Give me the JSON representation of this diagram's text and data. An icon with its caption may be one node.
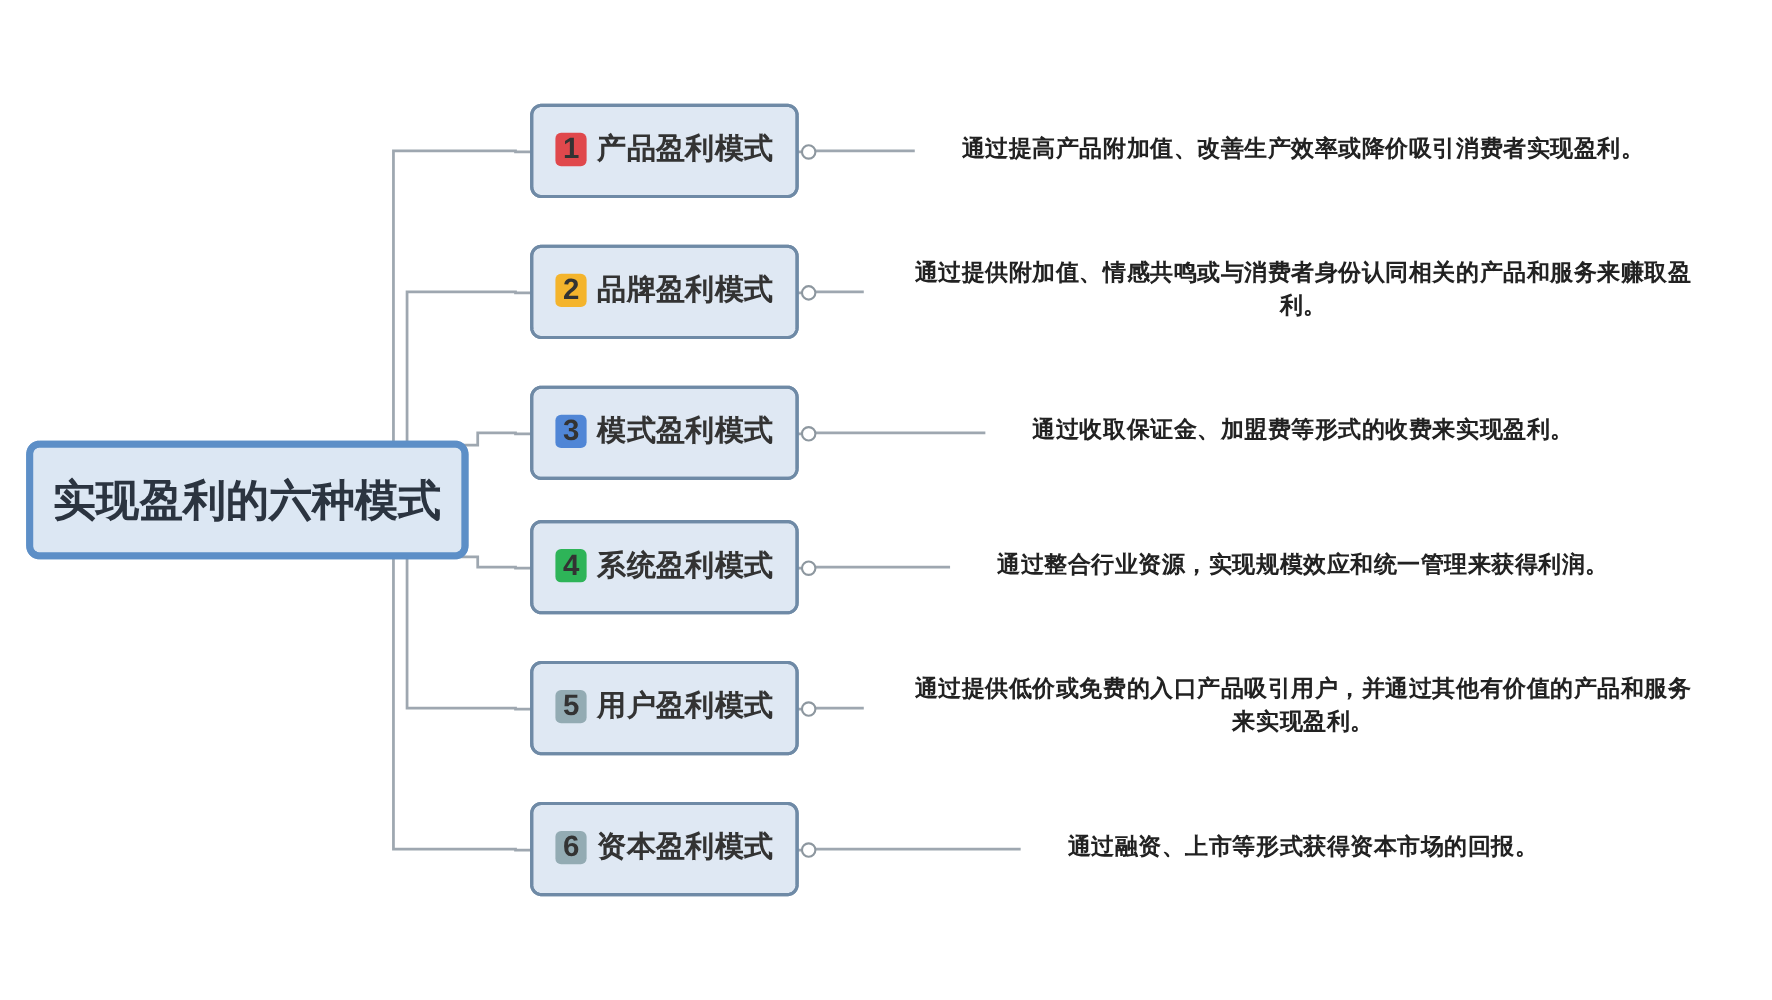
{
  "diagram": {
    "nodes": [
      {
        "text": [
          "实现盈利的六种模式"
        ]
      },
      {
        "text": [
          "1",
          "产品盈利模式"
        ]
      },
      {
        "text": [
          "通过提高产品附加值、改善生产效率或降价吸引消费者实现盈利。"
        ]
      },
      {
        "text": [
          "2",
          "品牌盈利模式"
        ]
      },
      {
        "text": [
          "通过提供附加值、情感共鸣或与消费者身份认同相关的产品和服务来赚取盈利。"
        ]
      },
      {
        "text": [
          "3",
          "模式盈利模式"
        ]
      },
      {
        "text": [
          "通过收取保证金、加盟费等形式的收费来实现盈利。"
        ]
      },
      {
        "text": [
          "4",
          "系统盈利模式"
        ]
      },
      {
        "text": [
          "通过整合行业资源，实现规模效应和统一管理来获得利润。"
        ]
      },
      {
        "text": [
          "5",
          "用户盈利模式"
        ]
      },
      {
        "text": [
          "通过提供低价或免费的入口产品吸引用户，并通过其他有价值的产品和服务来实现盈利。"
        ]
      },
      {
        "text": [
          "6",
          "资本盈利模式"
        ]
      },
      {
        "text": [
          "通过融资、上市等形式获得资本市场的回报。"
        ]
      }
    ],
    "edges": [
      {
        "from": 0,
        "to": 1,
        "arrow": "none"
      },
      {
        "from": 1,
        "to": 2,
        "arrow": "other"
      },
      {
        "from": 0,
        "to": 3,
        "arrow": "none"
      },
      {
        "from": 3,
        "to": 4,
        "arrow": "other"
      },
      {
        "from": 0,
        "to": 5,
        "arrow": "none"
      },
      {
        "from": 5,
        "to": 6,
        "arrow": "other"
      },
      {
        "from": 0,
        "to": 7,
        "arrow": "none"
      },
      {
        "from": 7,
        "to": 8,
        "arrow": "other"
      },
      {
        "from": 0,
        "to": 9,
        "arrow": "none"
      },
      {
        "from": 9,
        "to": 10,
        "arrow": "other"
      },
      {
        "from": 0,
        "to": 11,
        "arrow": "none"
      },
      {
        "from": 11,
        "to": 12,
        "arrow": "other"
      }
    ]
  }
}
